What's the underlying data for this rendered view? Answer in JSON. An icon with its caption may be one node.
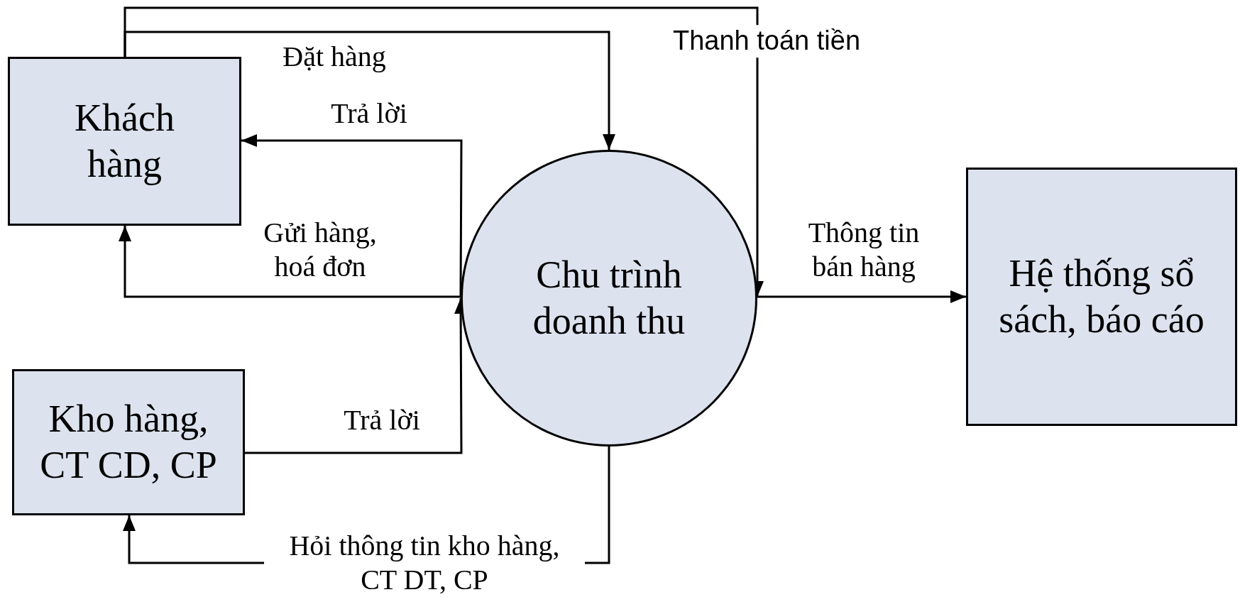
{
  "diagram": {
    "nodes": [
      {
        "text": [
          "Khách hàng"
        ]
      },
      {
        "text": [
          "Chu trình doanh thu"
        ]
      },
      {
        "text": [
          "Kho hàng, CT CD, CP"
        ]
      },
      {
        "text": [
          "Hệ thống sổ sách, báo cáo"
        ]
      }
    ],
    "edges": [
      {
        "from": 0,
        "to": 1,
        "arrow": "to",
        "label": "Đặt hàng"
      },
      {
        "from": 0,
        "to": 1,
        "arrow": "to",
        "label": "Thanh toán tiền"
      },
      {
        "from": 1,
        "to": 0,
        "arrow": "to",
        "label": "Trả lời"
      },
      {
        "from": 1,
        "to": 0,
        "arrow": "to",
        "label": "Gửi hàng, hoá đơn"
      },
      {
        "from": 2,
        "to": 1,
        "arrow": "to",
        "label": "Trả lời"
      },
      {
        "from": 1,
        "to": 2,
        "arrow": "to",
        "label": "Hỏi thông tin kho hàng, CT DT, CP"
      },
      {
        "from": 1,
        "to": 3,
        "arrow": "to",
        "label": "Thông tin bán hàng"
      }
    ]
  }
}
